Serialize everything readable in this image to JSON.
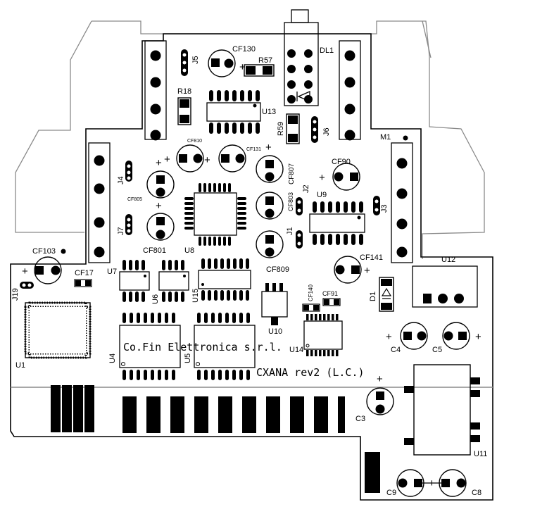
{
  "board": {
    "company": "Co.Fin Elettronica s.r.l.",
    "revision": "CXANA rev2 (L.C.)"
  },
  "labels": {
    "CF130": "CF130",
    "R57": "R57",
    "DL1": "DL1",
    "J5": "J5",
    "R18": "R18",
    "U13": "U13",
    "R59": "R59",
    "J6": "J6",
    "M1": "M1",
    "CF810": "CF810",
    "CF131": "CF131",
    "CF807": "CF807",
    "CF90": "CF90",
    "J4": "J4",
    "CF805": "CF805",
    "J2": "J2",
    "U9": "U9",
    "CF803": "CF803",
    "J3": "J3",
    "J7": "J7",
    "CF801": "CF801",
    "U8": "U8",
    "J1": "J1",
    "CF103": "CF103",
    "CF809": "CF809",
    "CF141": "CF141",
    "U12": "U12",
    "CF17": "CF17",
    "U7": "U7",
    "J19": "J19",
    "U6": "U6",
    "U15": "U15",
    "CF140": "CF140",
    "CF91": "CF91",
    "D1": "D1",
    "U10": "U10",
    "U14": "U14",
    "C4": "C4",
    "C5": "C5",
    "U4": "U4",
    "U5": "U5",
    "U1": "U1",
    "C3": "C3",
    "U11": "U11",
    "C9": "C9",
    "C8": "C8"
  },
  "polarity_mark": "+"
}
